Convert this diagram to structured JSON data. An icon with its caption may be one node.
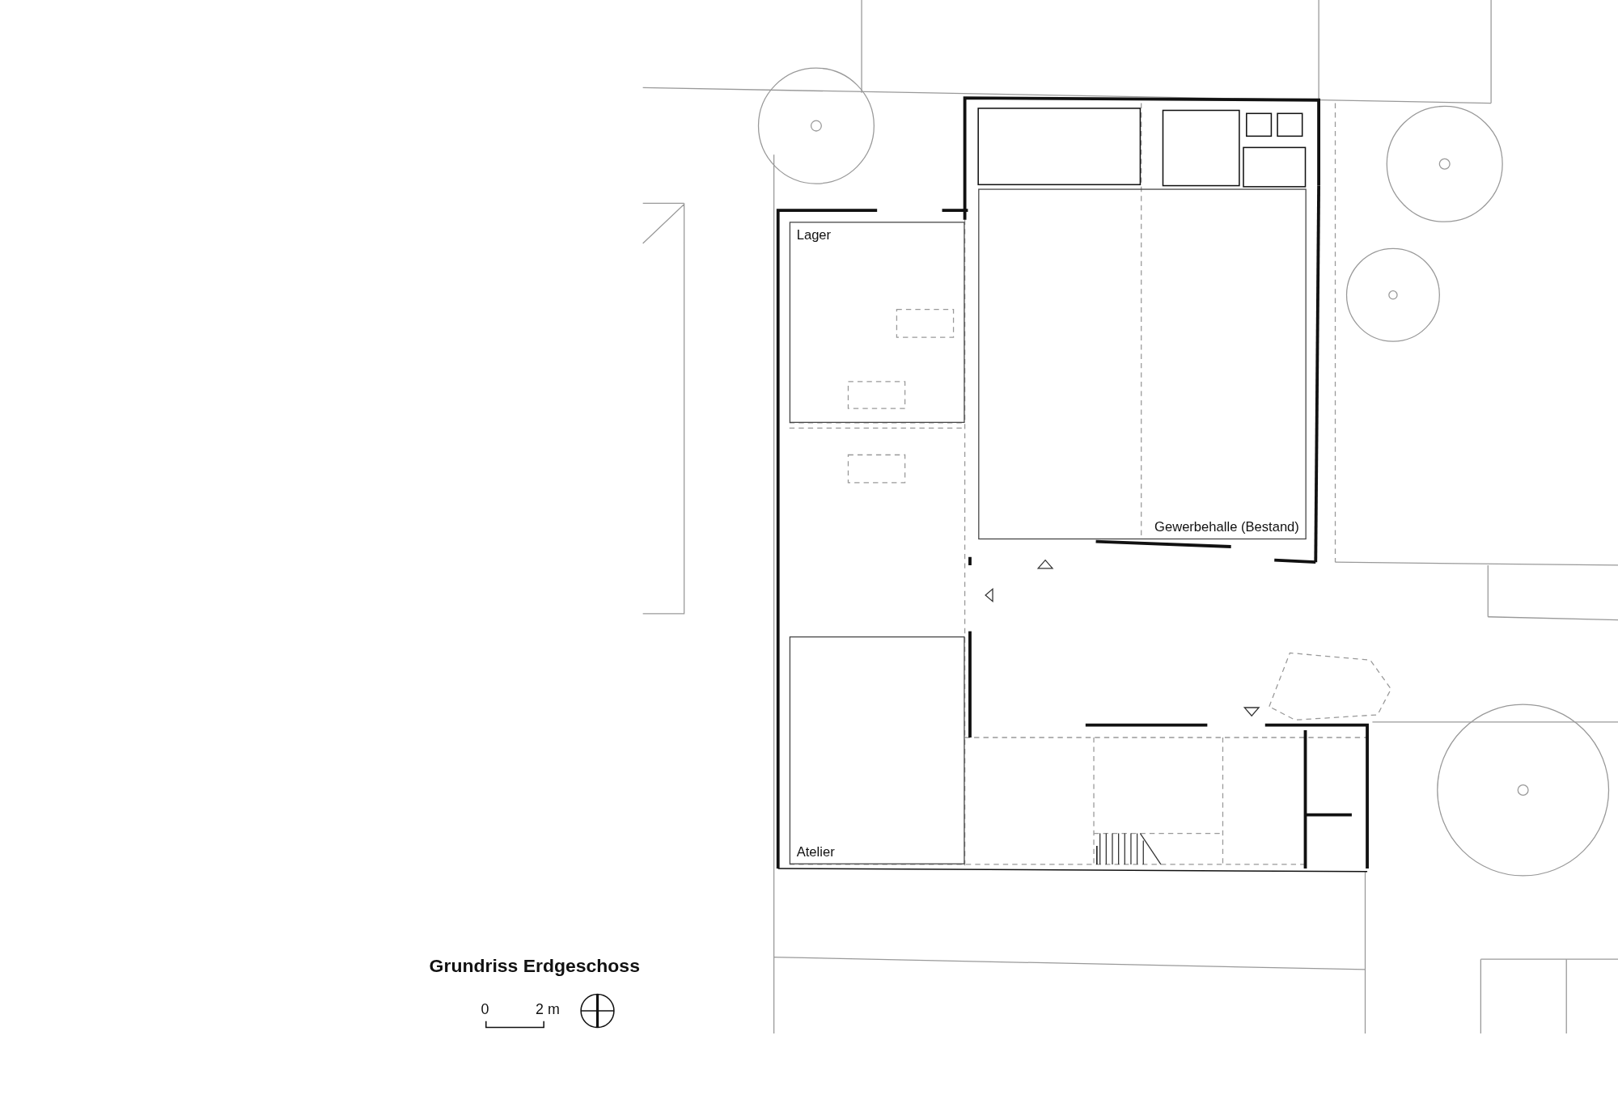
{
  "diagram": {
    "title": "Grundriss Erdgeschoss",
    "nodes": [
      {
        "text": [
          "Lager"
        ]
      },
      {
        "text": [
          "Gewerbehalle (Bestand)"
        ]
      },
      {
        "text": [
          "Atelier"
        ]
      }
    ],
    "labels": [
      "0",
      "2 m"
    ]
  }
}
